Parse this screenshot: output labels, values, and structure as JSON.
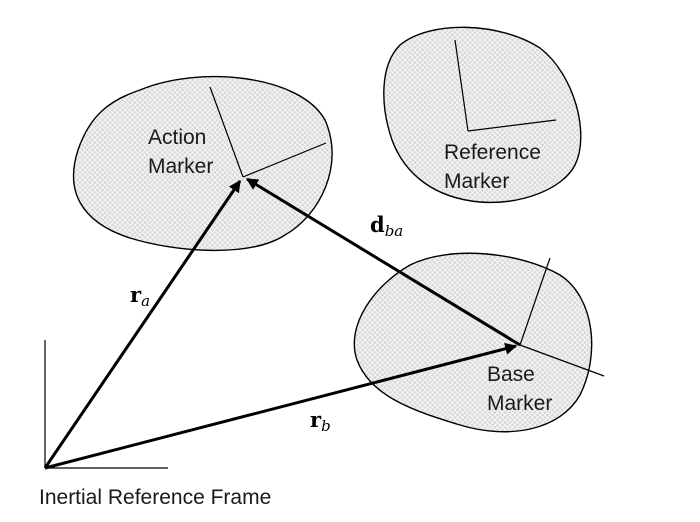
{
  "labels": {
    "action_marker_line1": "Action",
    "action_marker_line2": "Marker",
    "reference_marker_line1": "Reference",
    "reference_marker_line2": "Marker",
    "base_marker_line1": "Base",
    "base_marker_line2": "Marker",
    "inertial_frame": "Inertial Reference Frame"
  },
  "vectors": {
    "r_a": {
      "symbol": "r",
      "subscript": "a"
    },
    "r_b": {
      "symbol": "r",
      "subscript": "b"
    },
    "d_ba": {
      "symbol": "d",
      "subscript": "ba"
    }
  },
  "colors": {
    "body_fill": "#d9d9d9",
    "hatch": "#ffffff",
    "stroke": "#000000"
  }
}
